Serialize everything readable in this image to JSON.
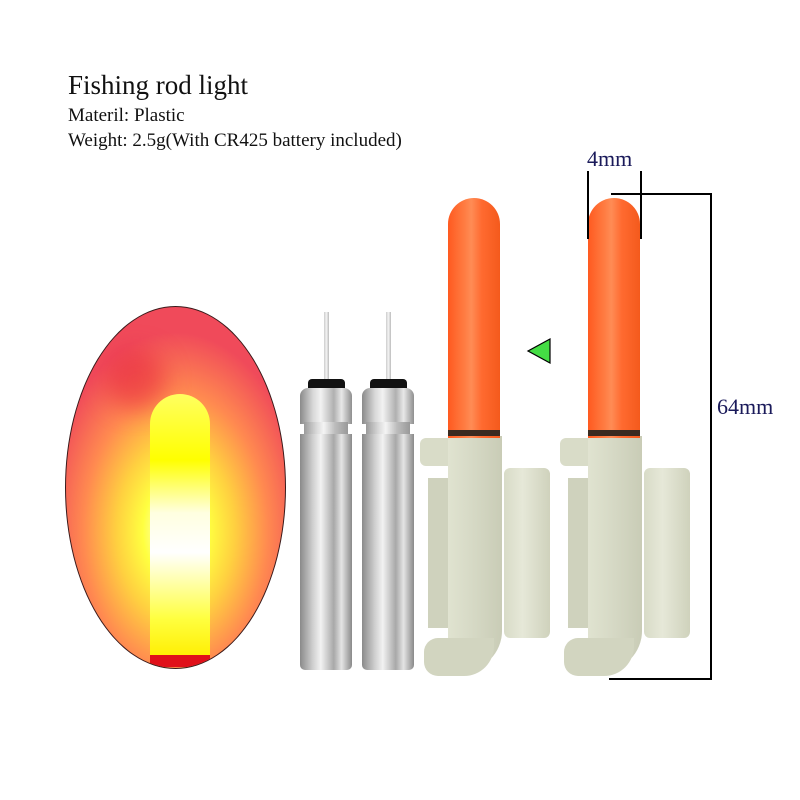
{
  "product": {
    "title": "Fishing rod light",
    "material": "Materil: Plastic",
    "weight": "Weight: 2.5g(With CR425 battery included)"
  },
  "dimensions": {
    "width_label": "4mm",
    "height_label": "64mm"
  },
  "illustrations": {
    "glowing_light": "lit-rod-light",
    "batteries": [
      "battery-1",
      "battery-2"
    ],
    "rod_lights": [
      "rod-light-1",
      "rod-light-2"
    ],
    "pointer": "green-arrow"
  },
  "colors": {
    "tube_orange": "#ff6a30",
    "holder_white": "#d9dcc8",
    "arrow_green": "#44dd44",
    "dim_label": "#1a1a5a"
  }
}
